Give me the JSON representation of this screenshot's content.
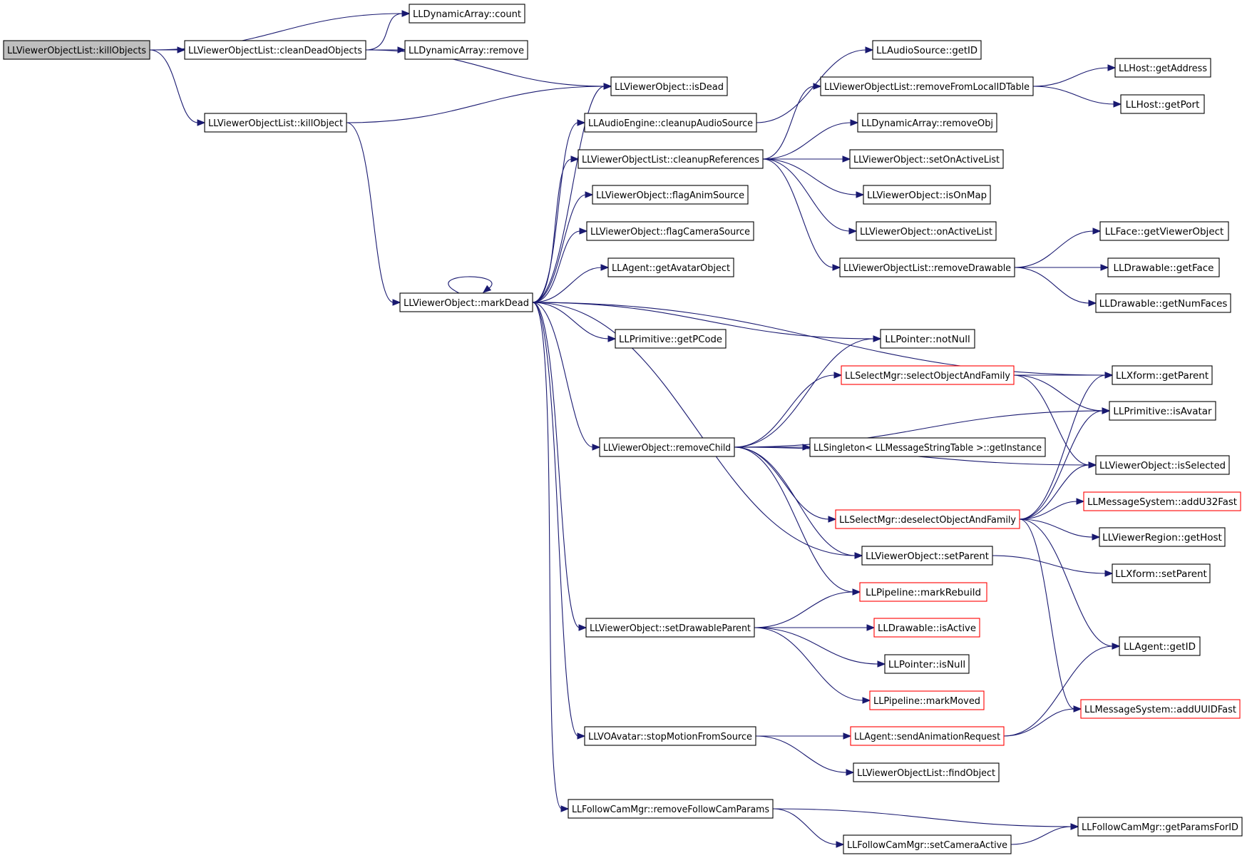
{
  "colors": {
    "edge": "#191970",
    "node_border": "#000000",
    "node_border_truncated": "#ff0000",
    "root_fill": "#bfbfbf",
    "node_fill": "#ffffff"
  },
  "nodes": [
    {
      "id": "killObjects",
      "label": "LLViewerObjectList::killObjects",
      "style": "root"
    },
    {
      "id": "cleanDeadObjects",
      "label": "LLViewerObjectList::cleanDeadObjects",
      "style": "normal"
    },
    {
      "id": "killObject",
      "label": "LLViewerObjectList::killObject",
      "style": "normal"
    },
    {
      "id": "daCount",
      "label": "LLDynamicArray::count",
      "style": "normal"
    },
    {
      "id": "daRemove",
      "label": "LLDynamicArray::remove",
      "style": "normal"
    },
    {
      "id": "isDead",
      "label": "LLViewerObject::isDead",
      "style": "normal"
    },
    {
      "id": "markDead",
      "label": "LLViewerObject::markDead",
      "style": "normal"
    },
    {
      "id": "cleanupAudioSource",
      "label": "LLAudioEngine::cleanupAudioSource",
      "style": "normal"
    },
    {
      "id": "cleanupReferences",
      "label": "LLViewerObjectList::cleanupReferences",
      "style": "normal"
    },
    {
      "id": "flagAnimSource",
      "label": "LLViewerObject::flagAnimSource",
      "style": "normal"
    },
    {
      "id": "flagCameraSource",
      "label": "LLViewerObject::flagCameraSource",
      "style": "normal"
    },
    {
      "id": "getAvatarObject",
      "label": "LLAgent::getAvatarObject",
      "style": "normal"
    },
    {
      "id": "getPCode",
      "label": "LLPrimitive::getPCode",
      "style": "normal"
    },
    {
      "id": "removeChild",
      "label": "LLViewerObject::removeChild",
      "style": "normal"
    },
    {
      "id": "setDrawableParent",
      "label": "LLViewerObject::setDrawableParent",
      "style": "normal"
    },
    {
      "id": "stopMotionFromSource",
      "label": "LLVOAvatar::stopMotionFromSource",
      "style": "normal"
    },
    {
      "id": "removeFollowCamParams",
      "label": "LLFollowCamMgr::removeFollowCamParams",
      "style": "normal"
    },
    {
      "id": "audioGetID",
      "label": "LLAudioSource::getID",
      "style": "normal"
    },
    {
      "id": "removeFromLocalIDTable",
      "label": "LLViewerObjectList::removeFromLocalIDTable",
      "style": "normal"
    },
    {
      "id": "removeObj",
      "label": "LLDynamicArray::removeObj",
      "style": "normal"
    },
    {
      "id": "setOnActiveList",
      "label": "LLViewerObject::setOnActiveList",
      "style": "normal"
    },
    {
      "id": "isOnMap",
      "label": "LLViewerObject::isOnMap",
      "style": "normal"
    },
    {
      "id": "onActiveList",
      "label": "LLViewerObject::onActiveList",
      "style": "normal"
    },
    {
      "id": "removeDrawable",
      "label": "LLViewerObjectList::removeDrawable",
      "style": "normal"
    },
    {
      "id": "notNull",
      "label": "LLPointer::notNull",
      "style": "normal"
    },
    {
      "id": "selectObjectAndFamily",
      "label": "LLSelectMgr::selectObjectAndFamily",
      "style": "red"
    },
    {
      "id": "getInstance",
      "label": "LLSingleton< LLMessageStringTable >::getInstance",
      "style": "normal"
    },
    {
      "id": "deselectObjectAndFamily",
      "label": "LLSelectMgr::deselectObjectAndFamily",
      "style": "red"
    },
    {
      "id": "setParent",
      "label": "LLViewerObject::setParent",
      "style": "normal"
    },
    {
      "id": "markRebuild",
      "label": "LLPipeline::markRebuild",
      "style": "red"
    },
    {
      "id": "isActive",
      "label": "LLDrawable::isActive",
      "style": "red"
    },
    {
      "id": "isNull",
      "label": "LLPointer::isNull",
      "style": "normal"
    },
    {
      "id": "markMoved",
      "label": "LLPipeline::markMoved",
      "style": "red"
    },
    {
      "id": "sendAnimationRequest",
      "label": "LLAgent::sendAnimationRequest",
      "style": "red"
    },
    {
      "id": "findObject",
      "label": "LLViewerObjectList::findObject",
      "style": "normal"
    },
    {
      "id": "setCameraActive",
      "label": "LLFollowCamMgr::setCameraActive",
      "style": "normal"
    },
    {
      "id": "getAddress",
      "label": "LLHost::getAddress",
      "style": "normal"
    },
    {
      "id": "getPort",
      "label": "LLHost::getPort",
      "style": "normal"
    },
    {
      "id": "getViewerObject",
      "label": "LLFace::getViewerObject",
      "style": "normal"
    },
    {
      "id": "getFace",
      "label": "LLDrawable::getFace",
      "style": "normal"
    },
    {
      "id": "getNumFaces",
      "label": "LLDrawable::getNumFaces",
      "style": "normal"
    },
    {
      "id": "xformGetParent",
      "label": "LLXform::getParent",
      "style": "normal"
    },
    {
      "id": "isAvatar",
      "label": "LLPrimitive::isAvatar",
      "style": "normal"
    },
    {
      "id": "isSelected",
      "label": "LLViewerObject::isSelected",
      "style": "normal"
    },
    {
      "id": "addU32Fast",
      "label": "LLMessageSystem::addU32Fast",
      "style": "red"
    },
    {
      "id": "getHost",
      "label": "LLViewerRegion::getHost",
      "style": "normal"
    },
    {
      "id": "xformSetParent",
      "label": "LLXform::setParent",
      "style": "normal"
    },
    {
      "id": "agentGetID",
      "label": "LLAgent::getID",
      "style": "normal"
    },
    {
      "id": "addUUIDFast",
      "label": "LLMessageSystem::addUUIDFast",
      "style": "red"
    },
    {
      "id": "getParamsForID",
      "label": "LLFollowCamMgr::getParamsForID",
      "style": "normal"
    }
  ],
  "edges": [
    [
      "killObjects",
      "daCount"
    ],
    [
      "killObjects",
      "cleanDeadObjects"
    ],
    [
      "killObjects",
      "killObject"
    ],
    [
      "cleanDeadObjects",
      "daCount"
    ],
    [
      "cleanDeadObjects",
      "daRemove"
    ],
    [
      "cleanDeadObjects",
      "isDead"
    ],
    [
      "killObject",
      "isDead"
    ],
    [
      "killObject",
      "markDead"
    ],
    [
      "markDead",
      "markDead"
    ],
    [
      "markDead",
      "isDead"
    ],
    [
      "markDead",
      "cleanupAudioSource"
    ],
    [
      "markDead",
      "cleanupReferences"
    ],
    [
      "markDead",
      "flagAnimSource"
    ],
    [
      "markDead",
      "flagCameraSource"
    ],
    [
      "markDead",
      "getAvatarObject"
    ],
    [
      "markDead",
      "getPCode"
    ],
    [
      "markDead",
      "notNull"
    ],
    [
      "markDead",
      "xformGetParent"
    ],
    [
      "markDead",
      "removeChild"
    ],
    [
      "markDead",
      "setParent"
    ],
    [
      "markDead",
      "setDrawableParent"
    ],
    [
      "markDead",
      "stopMotionFromSource"
    ],
    [
      "markDead",
      "removeFollowCamParams"
    ],
    [
      "cleanupAudioSource",
      "audioGetID"
    ],
    [
      "cleanupReferences",
      "removeFromLocalIDTable"
    ],
    [
      "cleanupReferences",
      "removeObj"
    ],
    [
      "cleanupReferences",
      "setOnActiveList"
    ],
    [
      "cleanupReferences",
      "isOnMap"
    ],
    [
      "cleanupReferences",
      "onActiveList"
    ],
    [
      "cleanupReferences",
      "removeDrawable"
    ],
    [
      "removeFromLocalIDTable",
      "getAddress"
    ],
    [
      "removeFromLocalIDTable",
      "getPort"
    ],
    [
      "removeDrawable",
      "getViewerObject"
    ],
    [
      "removeDrawable",
      "getFace"
    ],
    [
      "removeDrawable",
      "getNumFaces"
    ],
    [
      "removeChild",
      "notNull"
    ],
    [
      "removeChild",
      "selectObjectAndFamily"
    ],
    [
      "removeChild",
      "isAvatar"
    ],
    [
      "removeChild",
      "getInstance"
    ],
    [
      "removeChild",
      "isSelected"
    ],
    [
      "removeChild",
      "deselectObjectAndFamily"
    ],
    [
      "removeChild",
      "setParent"
    ],
    [
      "removeChild",
      "markRebuild"
    ],
    [
      "selectObjectAndFamily",
      "xformGetParent"
    ],
    [
      "selectObjectAndFamily",
      "isAvatar"
    ],
    [
      "selectObjectAndFamily",
      "isSelected"
    ],
    [
      "deselectObjectAndFamily",
      "xformGetParent"
    ],
    [
      "deselectObjectAndFamily",
      "isAvatar"
    ],
    [
      "deselectObjectAndFamily",
      "isSelected"
    ],
    [
      "deselectObjectAndFamily",
      "addU32Fast"
    ],
    [
      "deselectObjectAndFamily",
      "getHost"
    ],
    [
      "deselectObjectAndFamily",
      "agentGetID"
    ],
    [
      "deselectObjectAndFamily",
      "addUUIDFast"
    ],
    [
      "setParent",
      "xformSetParent"
    ],
    [
      "setDrawableParent",
      "markRebuild"
    ],
    [
      "setDrawableParent",
      "isActive"
    ],
    [
      "setDrawableParent",
      "isNull"
    ],
    [
      "setDrawableParent",
      "markMoved"
    ],
    [
      "stopMotionFromSource",
      "sendAnimationRequest"
    ],
    [
      "stopMotionFromSource",
      "findObject"
    ],
    [
      "sendAnimationRequest",
      "agentGetID"
    ],
    [
      "sendAnimationRequest",
      "addUUIDFast"
    ],
    [
      "removeFollowCamParams",
      "getParamsForID"
    ],
    [
      "removeFollowCamParams",
      "setCameraActive"
    ],
    [
      "setCameraActive",
      "getParamsForID"
    ]
  ]
}
